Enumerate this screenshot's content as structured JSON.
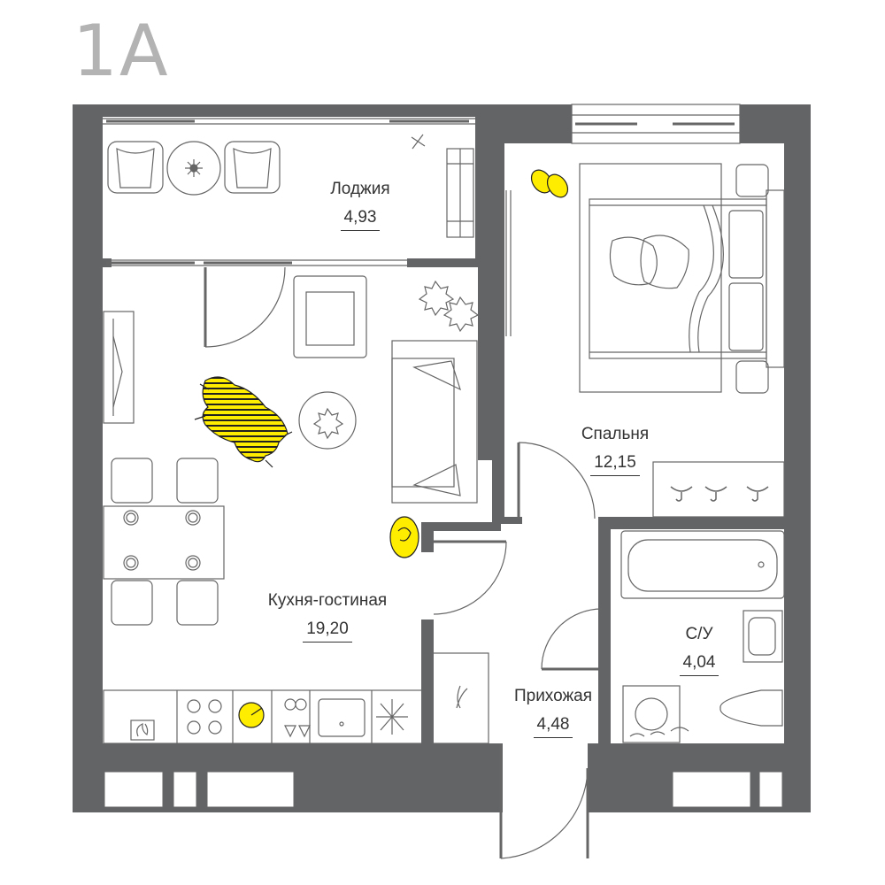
{
  "plan": {
    "title": "1A",
    "colors": {
      "wall": "#636466",
      "line": "#666666",
      "accent": "#ffed00",
      "title": "#b3b3b3"
    },
    "rooms": [
      {
        "id": "loggia",
        "name": "Лоджия",
        "area": "4,93"
      },
      {
        "id": "bedroom",
        "name": "Спальня",
        "area": "12,15"
      },
      {
        "id": "kitchen-living",
        "name": "Кухня-гостиная",
        "area": "19,20"
      },
      {
        "id": "hallway",
        "name": "Прихожая",
        "area": "4,48"
      },
      {
        "id": "bathroom",
        "name": "С/У",
        "area": "4,04"
      }
    ],
    "icons": [
      "tiger-rug-icon",
      "cat-icon",
      "slippers-icon",
      "stove-icon",
      "fireplace-icon",
      "snowflake-icon",
      "hanger-icon",
      "pillow-icon",
      "flower-icon",
      "plate-icon"
    ]
  }
}
